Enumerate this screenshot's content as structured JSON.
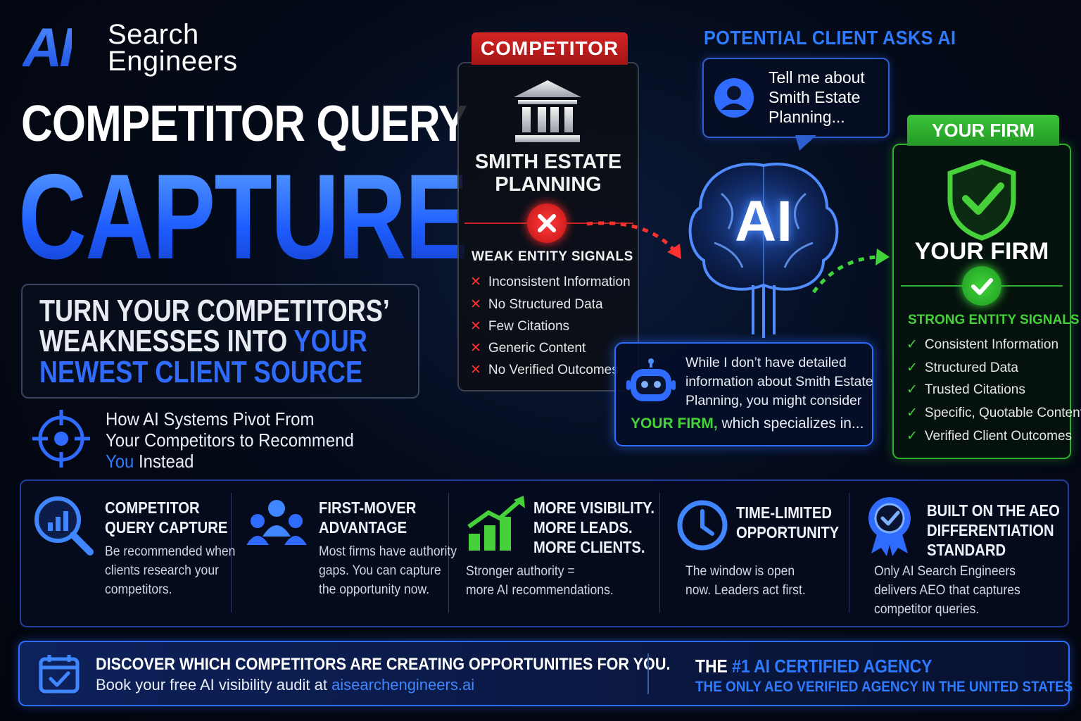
{
  "logo": {
    "mark": "AI",
    "line1": "Search",
    "line2": "Engineers"
  },
  "headline": {
    "line1": "COMPETITOR QUERY",
    "line2": "CAPTURE"
  },
  "subhead": {
    "line1": "TURN YOUR COMPETITORS’",
    "line2a": "WEAKNESSES INTO ",
    "line2b": "YOUR",
    "line3": "NEWEST CLIENT SOURCE"
  },
  "pivot": {
    "icon": "target-icon",
    "line1": "How AI Systems Pivot From",
    "line2": "Your Competitors to Recommend",
    "line3a": "You",
    "line3b": " Instead"
  },
  "competitor": {
    "tab": "COMPETITOR",
    "icon": "bank-icon",
    "name_line1": "SMITH ESTATE",
    "name_line2": "PLANNING",
    "signals_heading": "WEAK ENTITY SIGNALS",
    "items": [
      "Inconsistent Information",
      "No Structured Data",
      "Few Citations",
      "Generic Content",
      "No Verified Outcomes"
    ]
  },
  "client": {
    "heading": "POTENTIAL CLIENT ASKS AI",
    "question_line1": "Tell me about",
    "question_line2": "Smith Estate",
    "question_line3": "Planning...",
    "ai_label": "AI",
    "answer_line1": "While I don’t have detailed",
    "answer_line2": "information about Smith Estate",
    "answer_line3": "Planning, you might consider",
    "answer_highlight": "YOUR FIRM,",
    "answer_tail": " which specializes in..."
  },
  "your_firm": {
    "tab": "YOUR FIRM",
    "icon": "shield-check-icon",
    "name": "YOUR FIRM",
    "signals_heading": "STRONG ENTITY SIGNALS",
    "items": [
      "Consistent Information",
      "Structured Data",
      "Trusted Citations",
      "Specific, Quotable Content",
      "Verified Client Outcomes"
    ]
  },
  "features": [
    {
      "icon": "magnifier-chart-icon",
      "title1": "COMPETITOR",
      "title2": "QUERY CAPTURE",
      "title3": "",
      "desc1": "Be recommended when",
      "desc2": "clients research your",
      "desc3": "competitors."
    },
    {
      "icon": "people-icon",
      "title1": "FIRST-MOVER",
      "title2": "ADVANTAGE",
      "title3": "",
      "desc1": "Most firms have authority",
      "desc2": "gaps. You can capture",
      "desc3": "the opportunity now."
    },
    {
      "icon": "growth-chart-icon",
      "title1": "MORE VISIBILITY.",
      "title2": "MORE LEADS.",
      "title3": "MORE CLIENTS.",
      "desc1": "Stronger authority =",
      "desc2": "more AI recommendations.",
      "desc3": ""
    },
    {
      "icon": "clock-icon",
      "title1": "TIME-LIMITED",
      "title2": "OPPORTUNITY",
      "title3": "",
      "desc1": "The window is open",
      "desc2": "now. Leaders act first.",
      "desc3": ""
    },
    {
      "icon": "badge-icon",
      "title1": "BUILT ON THE AEO",
      "title2": "DIFFERENTIATION",
      "title3": "STANDARD",
      "desc1": "Only AI Search Engineers",
      "desc2": "delivers AEO that captures",
      "desc3": "competitor queries."
    }
  ],
  "cta": {
    "icon": "calendar-check-icon",
    "heading": "DISCOVER WHICH COMPETITORS ARE CREATING OPPORTUNITIES FOR YOU.",
    "sub": "Book your free AI visibility audit at ",
    "link": "aisearchengineers.ai",
    "agency_a": "THE ",
    "agency_b": "#1 AI CERTIFIED AGENCY",
    "agency_sub": "THE ONLY AEO VERIFIED AGENCY IN THE UNITED STATES"
  },
  "colors": {
    "accent": "#2f6bff",
    "danger": "#d42424",
    "success": "#3cc43a"
  }
}
